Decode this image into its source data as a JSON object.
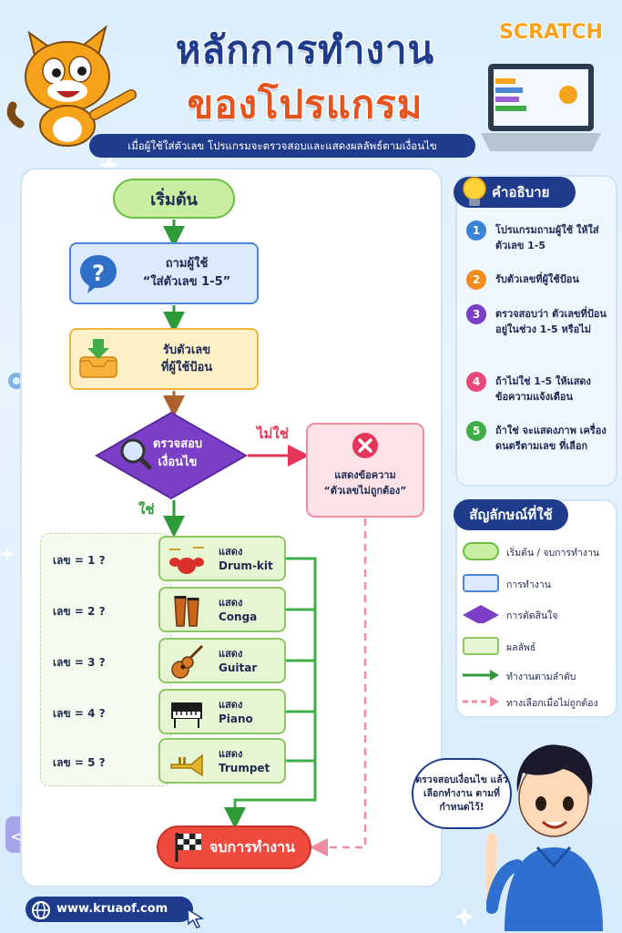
{
  "header": {
    "title_line1": "หลักการทำงาน",
    "title_line2": "ของโปรแกรม",
    "subtitle": "เมื่อผู้ใช้ใส่ตัวเลข โปรแกรมจะตรวจสอบและแสดงผลลัพธ์ตามเงื่อนไข",
    "logo_text": "SCRATCH"
  },
  "flow": {
    "start": "เริ่มต้น",
    "ask_line1": "ถามผู้ใช้",
    "ask_line2": "“ใส่ตัวเลข 1-5”",
    "receive_line1": "รับตัวเลข",
    "receive_line2": "ที่ผู้ใช้ป้อน",
    "check_line1": "ตรวจสอบ",
    "check_line2": "เงื่อนไข",
    "no_label": "ไม่ใช่",
    "yes_label": "ใช่",
    "error_line1": "แสดงข้อความ",
    "error_line2": "“ตัวเลขไม่ถูกต้อง”",
    "cases": [
      {
        "condition": "เลข = 1 ?",
        "show": "แสดง",
        "instrument": "Drum-kit",
        "icon": "drum-kit-icon"
      },
      {
        "condition": "เลข = 2 ?",
        "show": "แสดง",
        "instrument": "Conga",
        "icon": "conga-icon"
      },
      {
        "condition": "เลข = 3 ?",
        "show": "แสดง",
        "instrument": "Guitar",
        "icon": "guitar-icon"
      },
      {
        "condition": "เลข = 4 ?",
        "show": "แสดง",
        "instrument": "Piano",
        "icon": "piano-icon"
      },
      {
        "condition": "เลข = 5 ?",
        "show": "แสดง",
        "instrument": "Trumpet",
        "icon": "trumpet-icon"
      }
    ],
    "end": "จบการทำงาน"
  },
  "explain": {
    "title": "คำอธิบาย",
    "steps": [
      {
        "num": "1",
        "color": "#3b82d9",
        "text": "โปรแกรมถามผู้ใช้ ให้ใส่ตัวเลข 1-5"
      },
      {
        "num": "2",
        "color": "#f28c1c",
        "text": "รับตัวเลขที่ผู้ใช้ป้อน"
      },
      {
        "num": "3",
        "color": "#7a3fc6",
        "text": "ตรวจสอบว่า ตัวเลขที่ป้อนอยู่ในช่วง 1-5 หรือไม่"
      },
      {
        "num": "4",
        "color": "#e8487a",
        "text": "ถ้าไม่ใช่ 1-5 ให้แสดงข้อความแจ้งเตือน"
      },
      {
        "num": "5",
        "color": "#3fae49",
        "text": "ถ้าใช่ จะแสดงภาพ เครื่องดนตรีตามเลข ที่เลือก"
      }
    ]
  },
  "legend": {
    "title": "สัญลักษณ์ที่ใช้",
    "items": [
      {
        "shape": "rounded-green",
        "label": "เริ่มต้น / จบการทำงาน"
      },
      {
        "shape": "blue-rect",
        "label": "การทำงาน"
      },
      {
        "shape": "purple-diamond",
        "label": "การตัดสินใจ"
      },
      {
        "shape": "green-rect",
        "label": "ผลลัพธ์"
      },
      {
        "shape": "green-arrow",
        "label": "ทำงานตามลำดับ"
      },
      {
        "shape": "pink-dashed-arrow",
        "label": "ทางเลือกเมื่อไม่ถูกต้อง"
      }
    ]
  },
  "speech_bubble": "ตรวจสอบเงื่อนไข แล้วเลือกทำงาน ตามที่กำหนดไว้!",
  "footer": {
    "website": "www.kruaof.com"
  },
  "colors": {
    "navy": "#1f3c8c",
    "orange": "#e5541c",
    "green": "#3fae49",
    "purple": "#7a3fc6",
    "pink": "#ef8ca0",
    "red": "#ee4a3e"
  }
}
